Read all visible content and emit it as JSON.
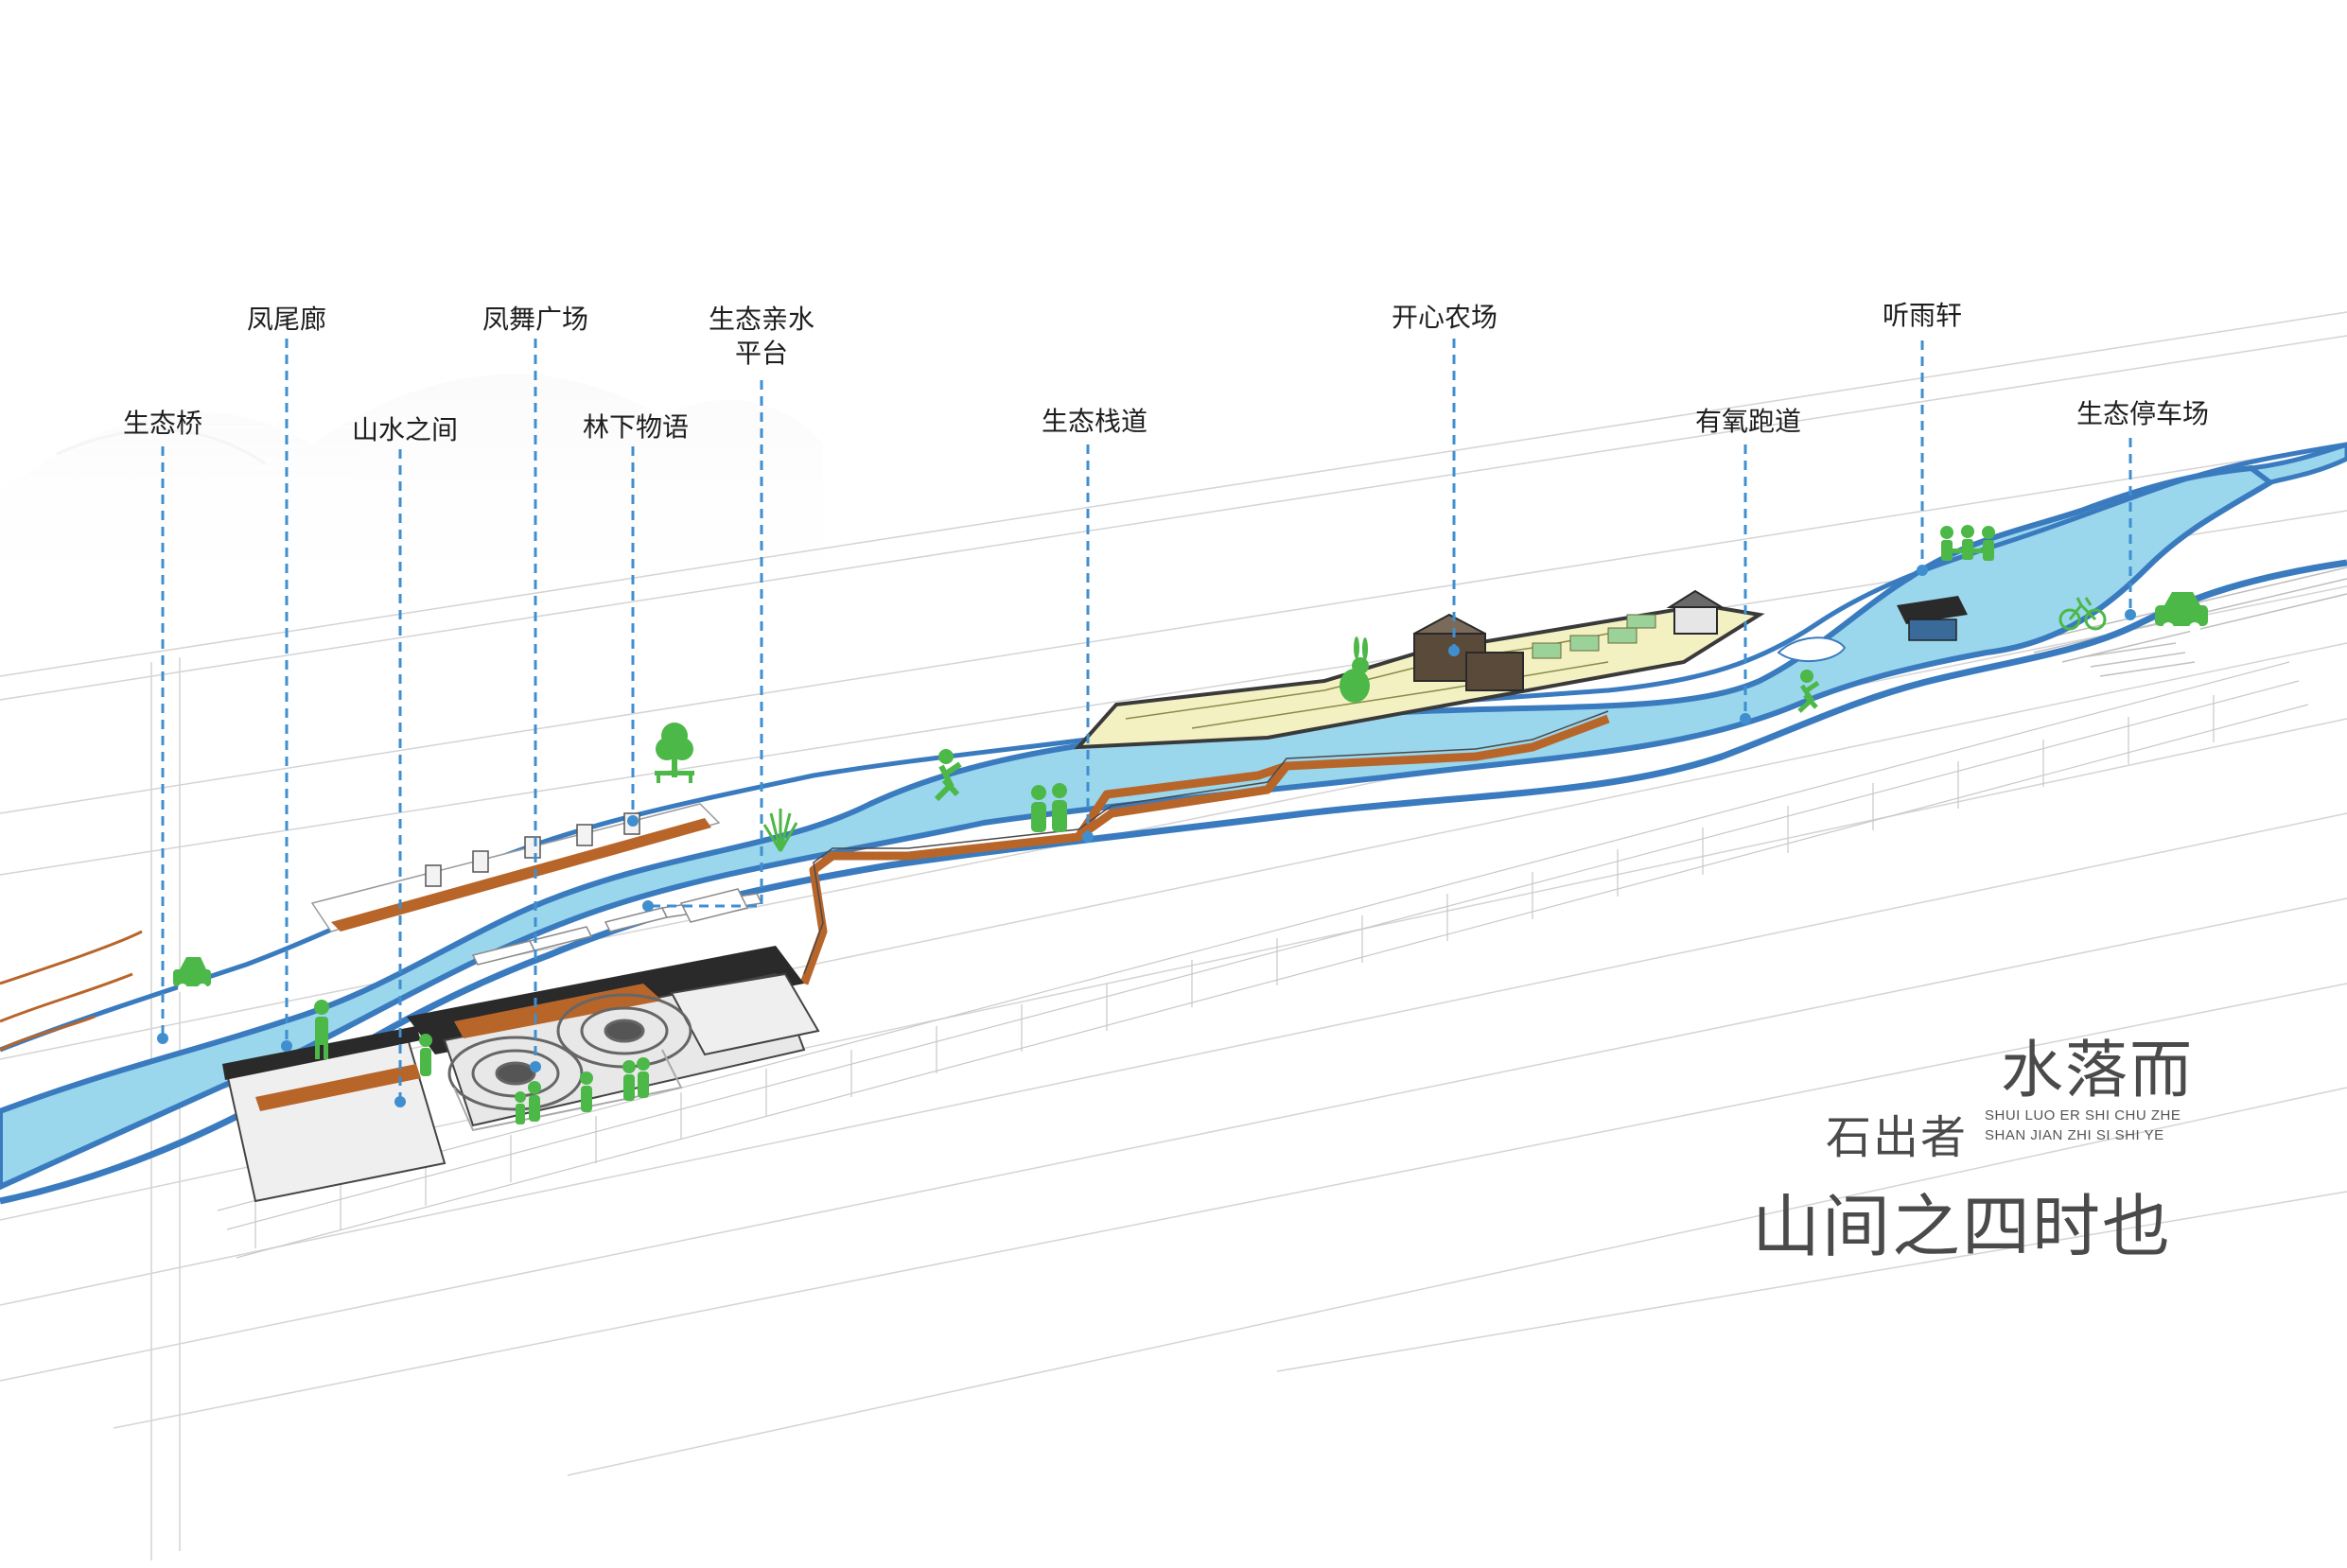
{
  "colors": {
    "water": "#8fd3ea",
    "water_edge": "#3a7bbf",
    "leader": "#3f8fd0",
    "wood": "#b8652a",
    "green_figure": "#4cb847",
    "farm": "#f3f0c2",
    "dark_roof": "#2a2a2a",
    "slogan": "#4a4a4a"
  },
  "labels": {
    "eco_bridge": "生态桥",
    "phoenix_tail_corridor": "凤尾廊",
    "between_mountain_water": "山水之间",
    "phoenix_dance_plaza": "凤舞广场",
    "forest_story": "林下物语",
    "eco_water_platform_line1": "生态亲水",
    "eco_water_platform_line2": "平台",
    "eco_boardwalk": "生态栈道",
    "happy_farm": "开心农场",
    "aerobic_track": "有氧跑道",
    "rain_pavilion": "听雨轩",
    "eco_parking": "生态停车场"
  },
  "slogan": {
    "line1": "水落而",
    "line2": "石出者",
    "line3": "山间之四时也",
    "pinyin1": "SHUI LUO ER SHI CHU ZHE",
    "pinyin2": "SHAN JIAN ZHI SI SHI YE"
  },
  "icons": {
    "runner": "running-person-icon",
    "walkers": "walking-people-icon",
    "tree": "tree-bench-icon",
    "reeds": "reed-plant-icon",
    "rabbit": "rabbit-sculpture-icon",
    "car": "car-icon",
    "bicycle": "bicycle-icon",
    "family": "family-group-icon"
  }
}
